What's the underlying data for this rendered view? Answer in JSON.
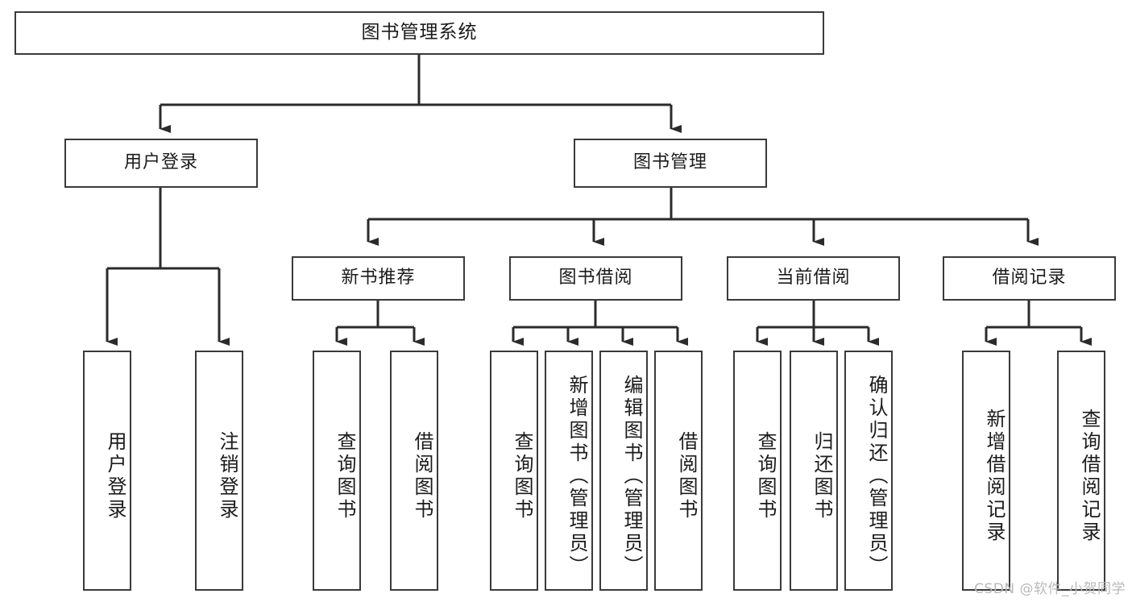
{
  "diagram": {
    "title": "图书管理系统",
    "type": "tree-hierarchy",
    "root": {
      "label": "图书管理系统"
    },
    "level2": [
      {
        "id": "user-login",
        "label": "用户登录"
      },
      {
        "id": "book-manage",
        "label": "图书管理"
      }
    ],
    "level3": [
      {
        "id": "new-book-recommend",
        "label": "新书推荐",
        "parent": "book-manage"
      },
      {
        "id": "book-borrow",
        "label": "图书借阅",
        "parent": "book-manage"
      },
      {
        "id": "current-borrow",
        "label": "当前借阅",
        "parent": "book-manage"
      },
      {
        "id": "borrow-record",
        "label": "借阅记录",
        "parent": "book-manage"
      }
    ],
    "leaves": [
      {
        "id": "leaf-user-login",
        "label": "用户登录",
        "parent": "user-login"
      },
      {
        "id": "leaf-logout-login",
        "label": "注销登录",
        "parent": "user-login"
      },
      {
        "id": "leaf-query-book-1",
        "label": "查询图书",
        "parent": "new-book-recommend"
      },
      {
        "id": "leaf-borrow-book-1",
        "label": "借阅图书",
        "parent": "new-book-recommend"
      },
      {
        "id": "leaf-query-book-2",
        "label": "查询图书",
        "parent": "book-borrow"
      },
      {
        "id": "leaf-add-book",
        "label": "新增图书（管理员）",
        "parent": "book-borrow"
      },
      {
        "id": "leaf-edit-book",
        "label": "编辑图书（管理员）",
        "parent": "book-borrow"
      },
      {
        "id": "leaf-borrow-book-2",
        "label": "借阅图书",
        "parent": "book-borrow"
      },
      {
        "id": "leaf-query-book-3",
        "label": "查询图书",
        "parent": "current-borrow"
      },
      {
        "id": "leaf-return-book",
        "label": "归还图书",
        "parent": "current-borrow"
      },
      {
        "id": "leaf-confirm-return",
        "label": "确认归还（管理员）",
        "parent": "current-borrow"
      },
      {
        "id": "leaf-add-record",
        "label": "新增借阅记录",
        "parent": "borrow-record"
      },
      {
        "id": "leaf-query-record",
        "label": "查询借阅记录",
        "parent": "borrow-record"
      }
    ],
    "colors": {
      "stroke": "#3a3a3a",
      "background": "#ffffff",
      "text": "#1b1b1b",
      "watermark": "#b9b9b9"
    }
  },
  "watermark": {
    "text": "CSDN @软件_小贺同学"
  }
}
